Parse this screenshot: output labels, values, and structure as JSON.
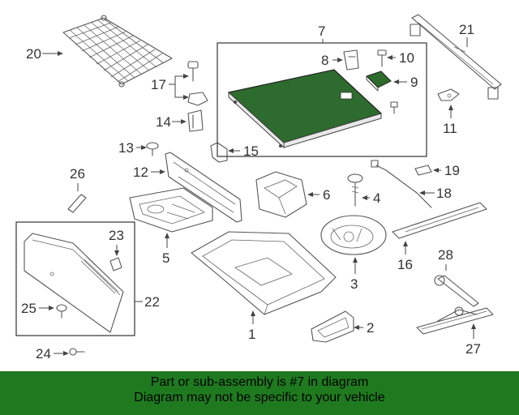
{
  "callouts": {
    "c1": "1",
    "c2": "2",
    "c3": "3",
    "c4": "4",
    "c5": "5",
    "c6": "6",
    "c7": "7",
    "c8": "8",
    "c9": "9",
    "c10": "10",
    "c11": "11",
    "c12": "12",
    "c13": "13",
    "c14": "14",
    "c15": "15",
    "c16": "16",
    "c17": "17",
    "c18": "18",
    "c19": "19",
    "c20": "20",
    "c21": "21",
    "c22": "22",
    "c23": "23",
    "c24": "24",
    "c25": "25",
    "c26": "26",
    "c27": "27",
    "c28": "28"
  },
  "banner": {
    "line1": "Part or sub-assembly is #7 in diagram",
    "line2": "Diagram may not be specific to your vehicle"
  },
  "colors": {
    "highlight": "#2e6b2e",
    "banner": "#1f7a1f"
  }
}
